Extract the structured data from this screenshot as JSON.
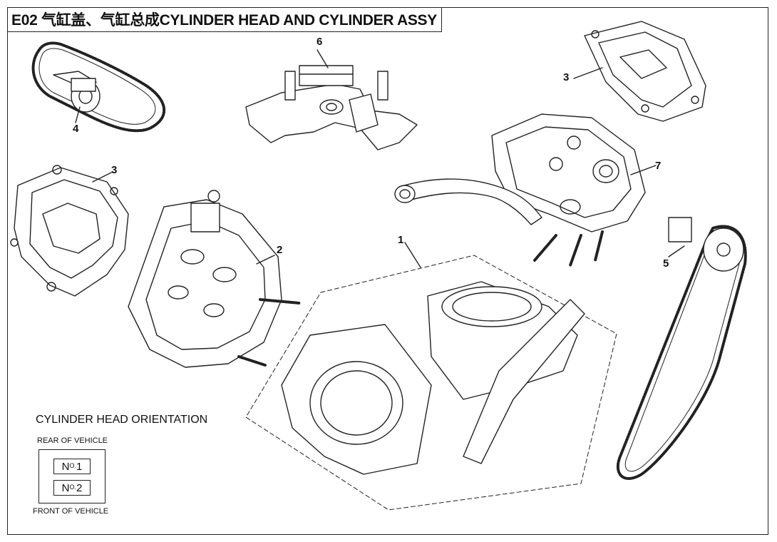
{
  "header": {
    "title": "E02 气缸盖、气缸总成CYLINDER HEAD AND CYLINDER ASSY"
  },
  "callouts": [
    "1",
    "2",
    "3",
    "3",
    "4",
    "5",
    "6",
    "7"
  ],
  "orientation": {
    "title": "CYLINDER HEAD ORIENTATION",
    "rear_label": "REAR OF VEHICLE",
    "front_label": "FRONT OF VEHICLE",
    "slot_1": {
      "prefix": "N",
      "sup": "O.",
      "num": "1"
    },
    "slot_2": {
      "prefix": "N",
      "sup": "O.",
      "num": "2"
    }
  }
}
